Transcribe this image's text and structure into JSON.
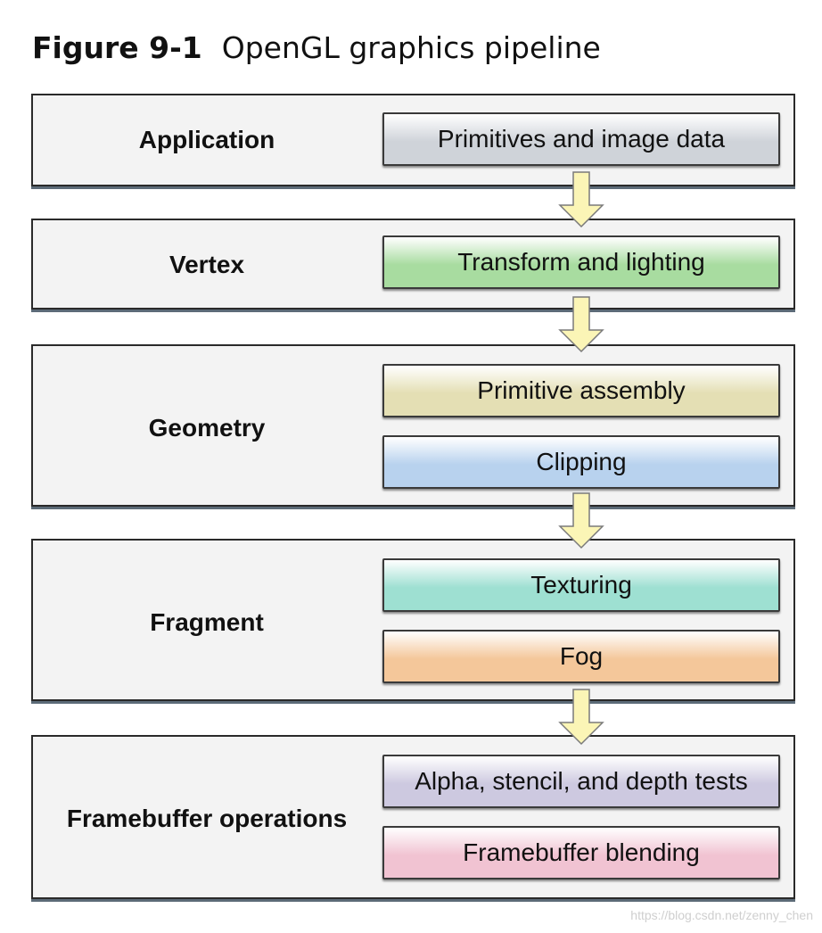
{
  "figure": {
    "number": "Figure 9-1",
    "title": "OpenGL graphics pipeline"
  },
  "stages": [
    {
      "label": "Application",
      "ops": [
        {
          "label": "Primitives and image data",
          "color": "#cfd3d9"
        }
      ]
    },
    {
      "label": "Vertex",
      "ops": [
        {
          "label": "Transform and lighting",
          "color": "#a8dca0"
        }
      ]
    },
    {
      "label": "Geometry",
      "ops": [
        {
          "label": "Primitive assembly",
          "color": "#e4dfb4"
        },
        {
          "label": "Clipping",
          "color": "#b8d2ee"
        }
      ]
    },
    {
      "label": "Fragment",
      "ops": [
        {
          "label": "Texturing",
          "color": "#9ee0d2"
        },
        {
          "label": "Fog",
          "color": "#f4c79a"
        }
      ]
    },
    {
      "label": "Framebuffer operations",
      "ops": [
        {
          "label": "Alpha, stencil, and depth tests",
          "color": "#cdc9e0"
        },
        {
          "label": "Framebuffer blending",
          "color": "#f1c3d2"
        }
      ]
    }
  ],
  "arrow_color": "#fbf5b6",
  "watermark": "https://blog.csdn.net/zenny_chen"
}
